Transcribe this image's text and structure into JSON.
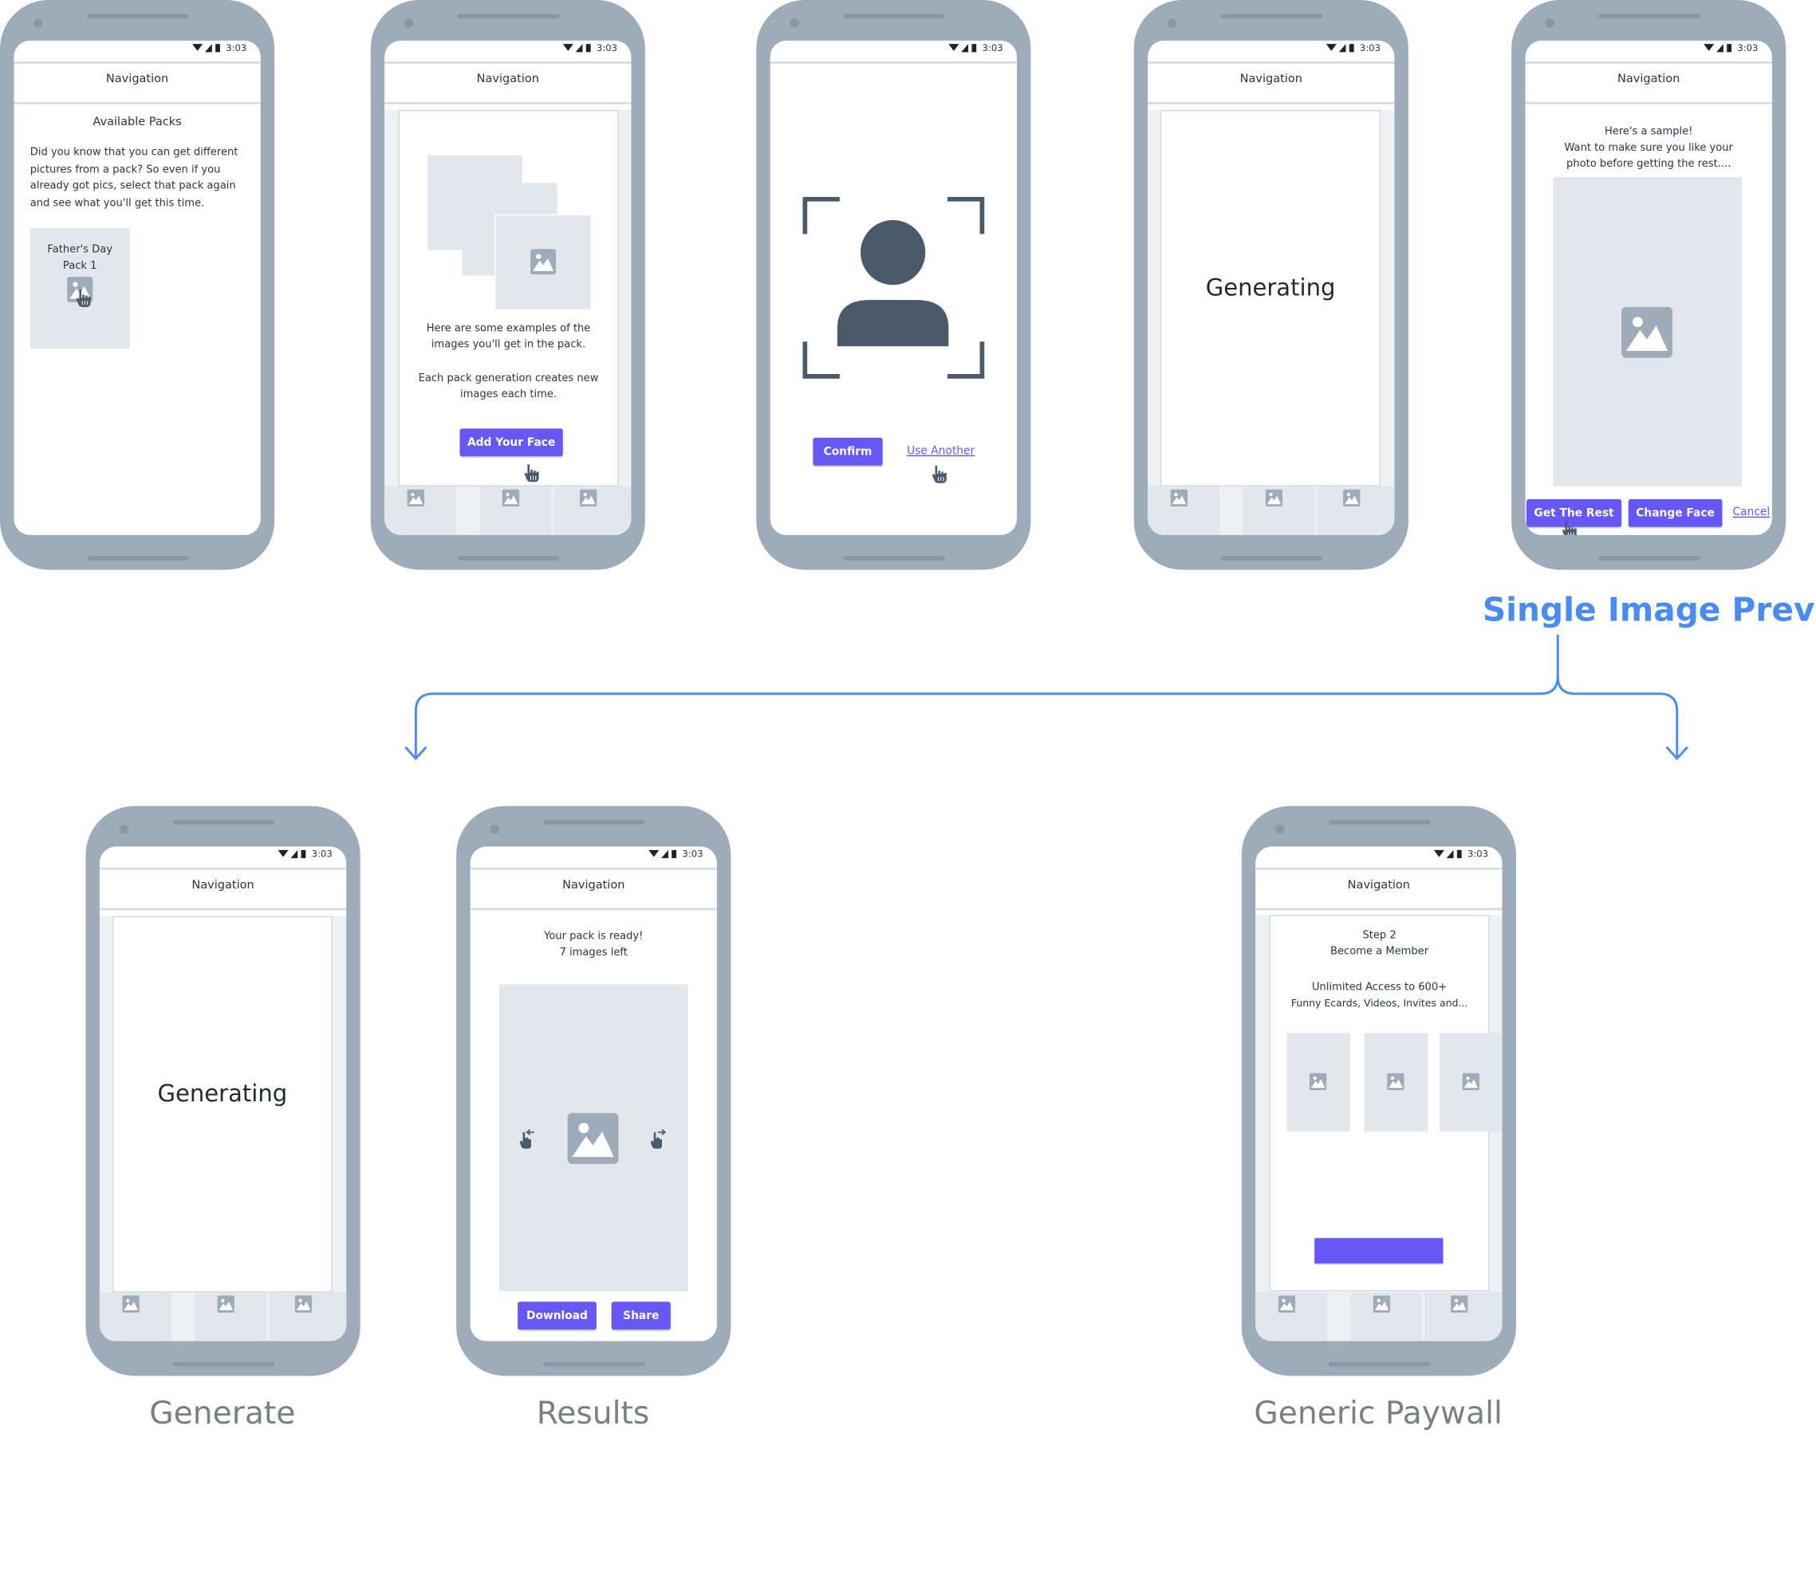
{
  "colors": {
    "accent": "#6558f5",
    "phone": "#9eabb8",
    "placeholder": "#e2e7ec",
    "flow": "#4a8af4"
  },
  "status_time": "3:03",
  "nav_title": "Navigation",
  "screens": {
    "packs": {
      "title": "Available Packs",
      "body": "Did you know that you can get different pictures from a pack? So even if you already got pics, select that pack again and see what you'll get this time.",
      "card_label": "Father's Day Pack 1"
    },
    "examples": {
      "text1": "Here are some examples of the images you'll get in the pack.",
      "text2": "Each pack generation creates new images each time.",
      "button": "Add Your Face"
    },
    "face": {
      "confirm": "Confirm",
      "use_another": "Use Another"
    },
    "generating": {
      "text": "Generating"
    },
    "preview": {
      "line1": "Here's a sample!",
      "line2": "Want to make sure you like your",
      "line3": "photo before getting the rest....",
      "get_rest": "Get The Rest",
      "change_face": "Change Face",
      "cancel": "Cancel"
    },
    "generate2": {
      "text": "Generating"
    },
    "results": {
      "line1": "Your pack is ready!",
      "line2": "7 images left",
      "download": "Download",
      "share": "Share"
    },
    "paywall": {
      "line1": "Step 2",
      "line2": "Become a Member",
      "line3": "Unlimited Access to 600+",
      "line4": "Funny Ecards, Videos, Invites and..."
    }
  },
  "flow": {
    "title": "Single Image Preview"
  },
  "labels": {
    "generate": "Generate",
    "results": "Results",
    "paywall": "Generic Paywall"
  }
}
